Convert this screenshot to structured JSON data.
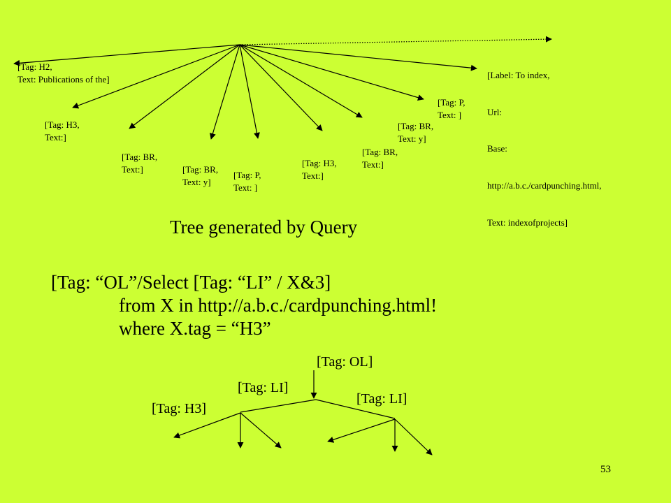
{
  "top_tree": {
    "nodes": [
      {
        "id": "h2",
        "lines": [
          "[Tag: H2,",
          "Text: Publications of the]"
        ]
      },
      {
        "id": "h3a",
        "lines": [
          "[Tag: H3,",
          "Text:]"
        ]
      },
      {
        "id": "br1",
        "lines": [
          "[Tag: BR,",
          "Text:]"
        ]
      },
      {
        "id": "br2",
        "lines": [
          "[Tag: BR,",
          "Text: y]"
        ]
      },
      {
        "id": "p1",
        "lines": [
          "[Tag: P,",
          "Text: ]"
        ]
      },
      {
        "id": "h3b",
        "lines": [
          "[Tag: H3,",
          "Text:]"
        ]
      },
      {
        "id": "br3",
        "lines": [
          "[Tag: BR,",
          "Text:]"
        ]
      },
      {
        "id": "br4",
        "lines": [
          "[Tag: BR,",
          "Text: y]"
        ]
      },
      {
        "id": "p2",
        "lines": [
          "[Tag: P,",
          "Text: ]"
        ]
      },
      {
        "id": "label",
        "lines": [
          "[Label: To index,",
          "Url:",
          "Base:",
          "http://a.b.c./cardpunching.html,",
          "Text: indexofprojects]"
        ]
      }
    ]
  },
  "title": "Tree generated by Query",
  "query": {
    "line1": "[Tag: “OL”/Select [Tag: “LI” / X&3]",
    "line2": "from X in http://a.b.c./cardpunching.html!",
    "line3": "where X.tag = “H3”"
  },
  "bottom_tree": {
    "ol": "[Tag: OL]",
    "li_left": "[Tag: LI]",
    "li_right": "[Tag: LI]",
    "h3": "[Tag: H3]"
  },
  "page_number": "53"
}
